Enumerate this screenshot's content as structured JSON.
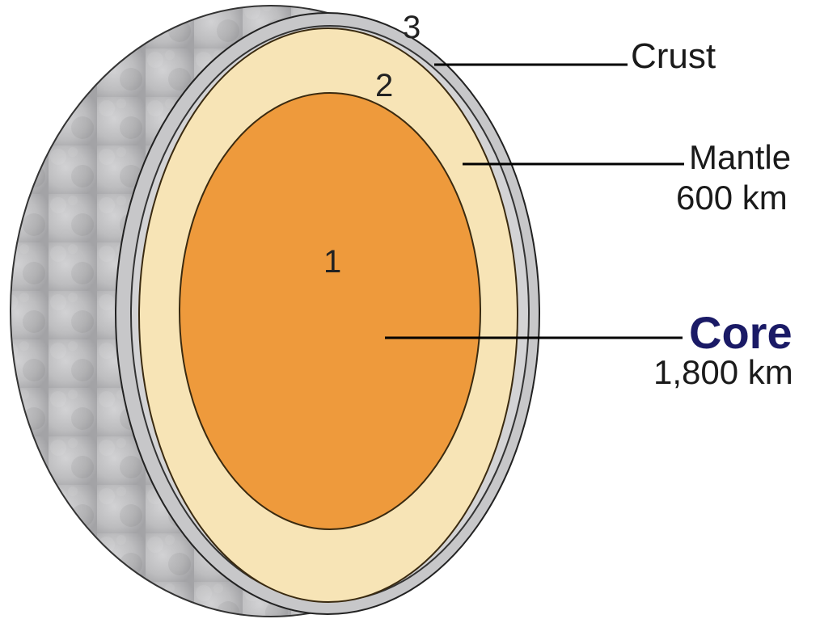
{
  "layers": [
    {
      "number": "1",
      "name": "Core",
      "thickness": "1,800 km",
      "color": "#ee9a3c"
    },
    {
      "number": "2",
      "name": "Mantle",
      "thickness": "600 km",
      "color": "#f7e4b6"
    },
    {
      "number": "3",
      "name": "Crust",
      "thickness": "",
      "color": "#c7c7c9"
    }
  ],
  "colors": {
    "core_label": "#1a1a66",
    "outline": "#3a2a10",
    "shell": "#b4b4b6"
  }
}
